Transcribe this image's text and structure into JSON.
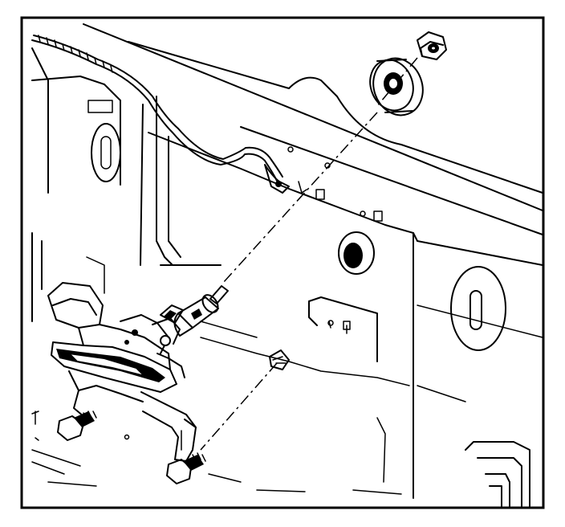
{
  "figure": {
    "type": "exploded-parts-illustration",
    "style": "black line art on white, framed",
    "colors": {
      "line": "#000000",
      "background": "#ffffff"
    },
    "components": [
      "flange-nut",
      "grommet",
      "actuator-motor-assembly",
      "mounting-bracket",
      "mounting-bolts",
      "wiring-harness",
      "retaining-clip",
      "inner-panel"
    ]
  }
}
